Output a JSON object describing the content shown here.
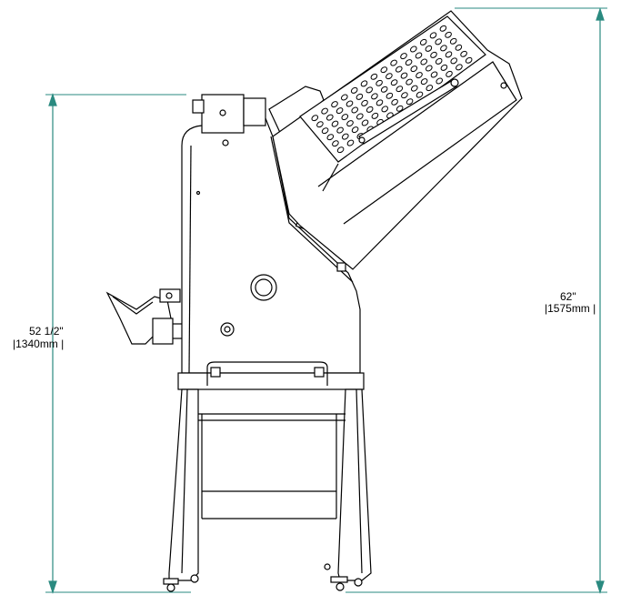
{
  "dimensions": {
    "height_feed": {
      "imperial": "52 1/2\"",
      "metric": "|1340mm |"
    },
    "height_overall": {
      "imperial": "62\"",
      "metric": "|1575mm |"
    }
  },
  "colors": {
    "dimension_line": "#2a8a80",
    "drawing_line": "#000000",
    "background": "#ffffff"
  }
}
